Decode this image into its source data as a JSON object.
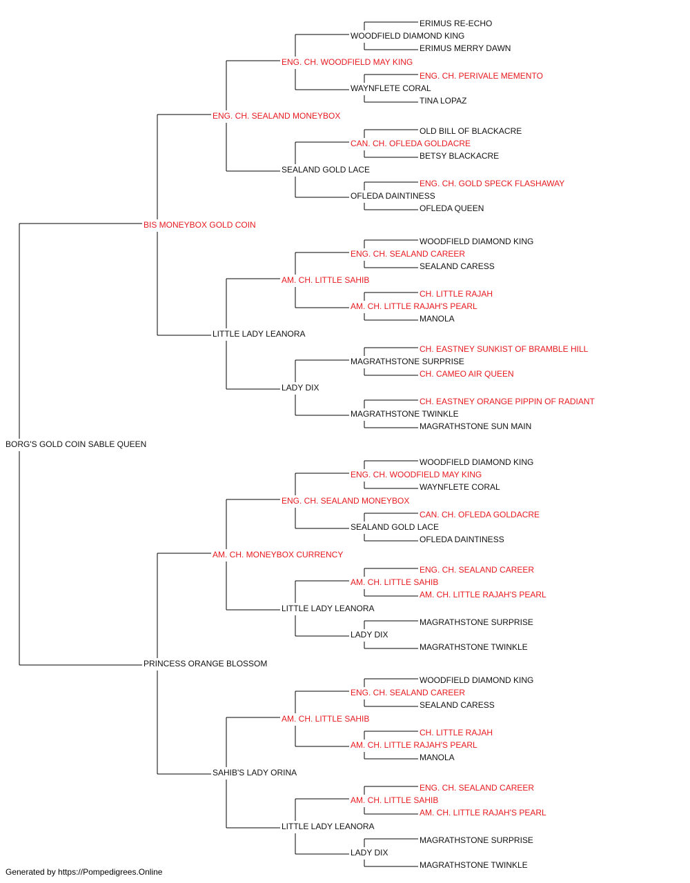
{
  "colors": {
    "champion": "#e8191f",
    "normal": "#111111",
    "line": "#000000"
  },
  "footer": "Generated by https://Pompedigrees.Online",
  "pedigree": {
    "name": "BORG'S GOLD COIN SABLE QUEEN",
    "sire": {
      "name": "BIS MONEYBOX GOLD COIN",
      "ch": true,
      "sire": {
        "name": "ENG. CH. SEALAND MONEYBOX",
        "ch": true,
        "sire": {
          "name": "ENG. CH. WOODFIELD MAY KING",
          "ch": true,
          "sire": {
            "name": "WOODFIELD DIAMOND KING",
            "ch": false,
            "sire": {
              "name": "ERIMUS RE-ECHO",
              "ch": false
            },
            "dam": {
              "name": "ERIMUS MERRY DAWN",
              "ch": false
            }
          },
          "dam": {
            "name": "WAYNFLETE CORAL",
            "ch": false,
            "sire": {
              "name": "ENG. CH. PERIVALE MEMENTO",
              "ch": true
            },
            "dam": {
              "name": "TINA LOPAZ",
              "ch": false
            }
          }
        },
        "dam": {
          "name": "SEALAND GOLD LACE",
          "ch": false,
          "sire": {
            "name": "CAN. CH. OFLEDA GOLDACRE",
            "ch": true,
            "sire": {
              "name": "OLD BILL OF BLACKACRE",
              "ch": false
            },
            "dam": {
              "name": "BETSY BLACKACRE",
              "ch": false
            }
          },
          "dam": {
            "name": "OFLEDA DAINTINESS",
            "ch": false,
            "sire": {
              "name": "ENG. CH. GOLD SPECK FLASHAWAY",
              "ch": true
            },
            "dam": {
              "name": "OFLEDA QUEEN",
              "ch": false
            }
          }
        }
      },
      "dam": {
        "name": "LITTLE LADY LEANORA",
        "ch": false,
        "sire": {
          "name": "AM. CH. LITTLE SAHIB",
          "ch": true,
          "sire": {
            "name": "ENG. CH. SEALAND CAREER",
            "ch": true,
            "sire": {
              "name": "WOODFIELD DIAMOND KING",
              "ch": false
            },
            "dam": {
              "name": "SEALAND CARESS",
              "ch": false
            }
          },
          "dam": {
            "name": "AM. CH. LITTLE RAJAH'S PEARL",
            "ch": true,
            "sire": {
              "name": "CH. LITTLE RAJAH",
              "ch": true
            },
            "dam": {
              "name": "MANOLA",
              "ch": false
            }
          }
        },
        "dam": {
          "name": "LADY DIX",
          "ch": false,
          "sire": {
            "name": "MAGRATHSTONE SURPRISE",
            "ch": false,
            "sire": {
              "name": "CH. EASTNEY SUNKIST OF BRAMBLE HILL",
              "ch": true
            },
            "dam": {
              "name": "CH. CAMEO AIR QUEEN",
              "ch": true
            }
          },
          "dam": {
            "name": "MAGRATHSTONE TWINKLE",
            "ch": false,
            "sire": {
              "name": "CH. EASTNEY ORANGE PIPPIN OF RADIANT",
              "ch": true
            },
            "dam": {
              "name": "MAGRATHSTONE SUN MAIN",
              "ch": false
            }
          }
        }
      }
    },
    "dam": {
      "name": "PRINCESS ORANGE BLOSSOM",
      "ch": false,
      "sire": {
        "name": "AM. CH. MONEYBOX CURRENCY",
        "ch": true,
        "sire": {
          "name": "ENG. CH. SEALAND MONEYBOX",
          "ch": true,
          "sire": {
            "name": "ENG. CH. WOODFIELD MAY KING",
            "ch": true,
            "sire": {
              "name": "WOODFIELD DIAMOND KING",
              "ch": false
            },
            "dam": {
              "name": "WAYNFLETE CORAL",
              "ch": false
            }
          },
          "dam": {
            "name": "SEALAND GOLD LACE",
            "ch": false,
            "sire": {
              "name": "CAN. CH. OFLEDA GOLDACRE",
              "ch": true
            },
            "dam": {
              "name": "OFLEDA DAINTINESS",
              "ch": false
            }
          }
        },
        "dam": {
          "name": "LITTLE LADY LEANORA",
          "ch": false,
          "sire": {
            "name": "AM. CH. LITTLE SAHIB",
            "ch": true,
            "sire": {
              "name": "ENG. CH. SEALAND CAREER",
              "ch": true
            },
            "dam": {
              "name": "AM. CH. LITTLE RAJAH'S PEARL",
              "ch": true
            }
          },
          "dam": {
            "name": "LADY DIX",
            "ch": false,
            "sire": {
              "name": "MAGRATHSTONE SURPRISE",
              "ch": false
            },
            "dam": {
              "name": "MAGRATHSTONE TWINKLE",
              "ch": false
            }
          }
        }
      },
      "dam": {
        "name": "SAHIB'S LADY ORINA",
        "ch": false,
        "sire": {
          "name": "AM. CH. LITTLE SAHIB",
          "ch": true,
          "sire": {
            "name": "ENG. CH. SEALAND CAREER",
            "ch": true,
            "sire": {
              "name": "WOODFIELD DIAMOND KING",
              "ch": false
            },
            "dam": {
              "name": "SEALAND CARESS",
              "ch": false
            }
          },
          "dam": {
            "name": "AM. CH. LITTLE RAJAH'S PEARL",
            "ch": true,
            "sire": {
              "name": "CH. LITTLE RAJAH",
              "ch": true
            },
            "dam": {
              "name": "MANOLA",
              "ch": false
            }
          }
        },
        "dam": {
          "name": "LITTLE LADY LEANORA",
          "ch": false,
          "sire": {
            "name": "AM. CH. LITTLE SAHIB",
            "ch": true,
            "sire": {
              "name": "ENG. CH. SEALAND CAREER",
              "ch": true
            },
            "dam": {
              "name": "AM. CH. LITTLE RAJAH'S PEARL",
              "ch": true
            }
          },
          "dam": {
            "name": "LADY DIX",
            "ch": false,
            "sire": {
              "name": "MAGRATHSTONE SURPRISE",
              "ch": false
            },
            "dam": {
              "name": "MAGRATHSTONE TWINKLE",
              "ch": false
            }
          }
        }
      }
    }
  }
}
